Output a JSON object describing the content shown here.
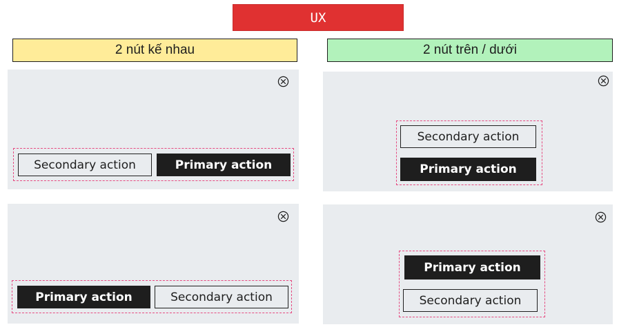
{
  "header": {
    "title": "UX"
  },
  "columns": {
    "left_label": "2 nút kế nhau",
    "right_label": "2 nút trên / dưới"
  },
  "buttons": {
    "secondary": "Secondary action",
    "primary": "Primary action"
  },
  "colors": {
    "title_bg": "#e03131",
    "left_label_bg": "#ffec99",
    "right_label_bg": "#b2f2bb",
    "panel_bg": "#e9ecef",
    "group_border": "#e64980",
    "primary_bg": "#1e1e1e"
  },
  "icons": {
    "close": "close-circle-x-icon"
  }
}
